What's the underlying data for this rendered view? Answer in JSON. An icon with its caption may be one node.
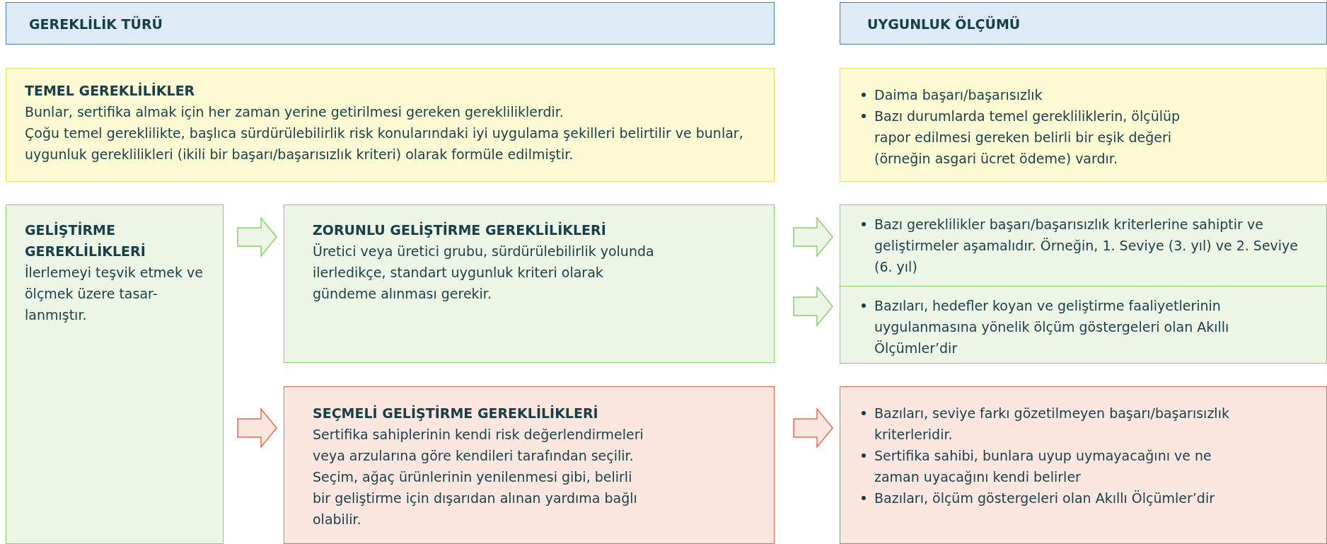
{
  "diagram": {
    "nodes": [
      {
        "text": [
          "GEREKLİLİK TÜRÜ"
        ]
      },
      {
        "text": [
          "UYGUNLUK ÖLÇÜMÜ"
        ]
      },
      {
        "text": [
          "TEMEL GEREKLİLİKLER",
          "Bunlar, sertifika almak için her zaman yerine getirilmesi gereken gerekliliklerdir.",
          "Çoğu temel gereklilikte, başlıca sürdürülebilirlik risk konularındaki iyi uygulama şekilleri belirtilir ve bunlar, uygunluk gereklilikleri (ikili bir başarı/başarısızlık kriteri) olarak formüle edilmiştir."
        ]
      },
      {
        "text": [
          "Daima başarı/başarısızlık",
          "Bazı durumlarda temel gerekliliklerin, ölçülüp rapor edilmesi gereken belirli bir eşik değeri (örneğin asgari ücret ödeme) vardır."
        ]
      },
      {
        "text": [
          "GELİŞTİRME GEREKLİLİKLERİ",
          "İlerlemeyi teşvik etmek ve ölçmek üzere tasar- lanmıştır."
        ]
      },
      {
        "text": [
          "ZORUNLU GELİŞTİRME GEREKLİLİKLERİ",
          "Üretici veya üretici grubu, sürdürülebilirlik yolunda ilerledikçe, standart uygunluk kriteri olarak gündeme alınması gerekir."
        ]
      },
      {
        "text": [
          "SEÇMELİ GELİŞTİRME GEREKLİLİKLERİ",
          "Sertifika sahiplerinin kendi risk değerlendirmeleri veya arzularına göre kendileri tarafından seçilir. Seçim, ağaç ürünlerinin yenilenmesi gibi, belirli bir geliştirme için dışarıdan alınan yardıma bağlı olabilir."
        ]
      },
      {
        "text": [
          "Bazı gereklilikler başarı/başarısızlık kriterlerine sahiptir ve geliştirmeler aşamalıdır. Örneğin, 1. Seviye (3. yıl) ve 2. Seviye (6. yıl)"
        ]
      },
      {
        "text": [
          "Bazıları, hedefler koyan ve geliştirme faaliyetlerinin uygulanmasına yönelik ölçüm göstergeleri olan Akıllı Ölçümler’dir"
        ]
      },
      {
        "text": [
          "Bazıları, seviye farkı gözetilmeyen başarı/başarısızlık kriterleridir.",
          "Sertifika sahibi, bunlara uyup uymayacağını ve ne zaman uyacağını kendi belirler",
          "Bazıları, ölçüm göstergeleri olan Akıllı Ölçümler’dir"
        ]
      }
    ],
    "edges": [
      {
        "from": 4,
        "to": 5,
        "arrow": "to"
      },
      {
        "from": 4,
        "to": 6,
        "arrow": "to",
        "color": "#ef6a4c"
      },
      {
        "from": 5,
        "to": 7,
        "arrow": "to"
      },
      {
        "from": 5,
        "to": 8,
        "arrow": "to"
      },
      {
        "from": 6,
        "to": 9,
        "arrow": "to",
        "color": "#ef6a4c"
      }
    ]
  }
}
